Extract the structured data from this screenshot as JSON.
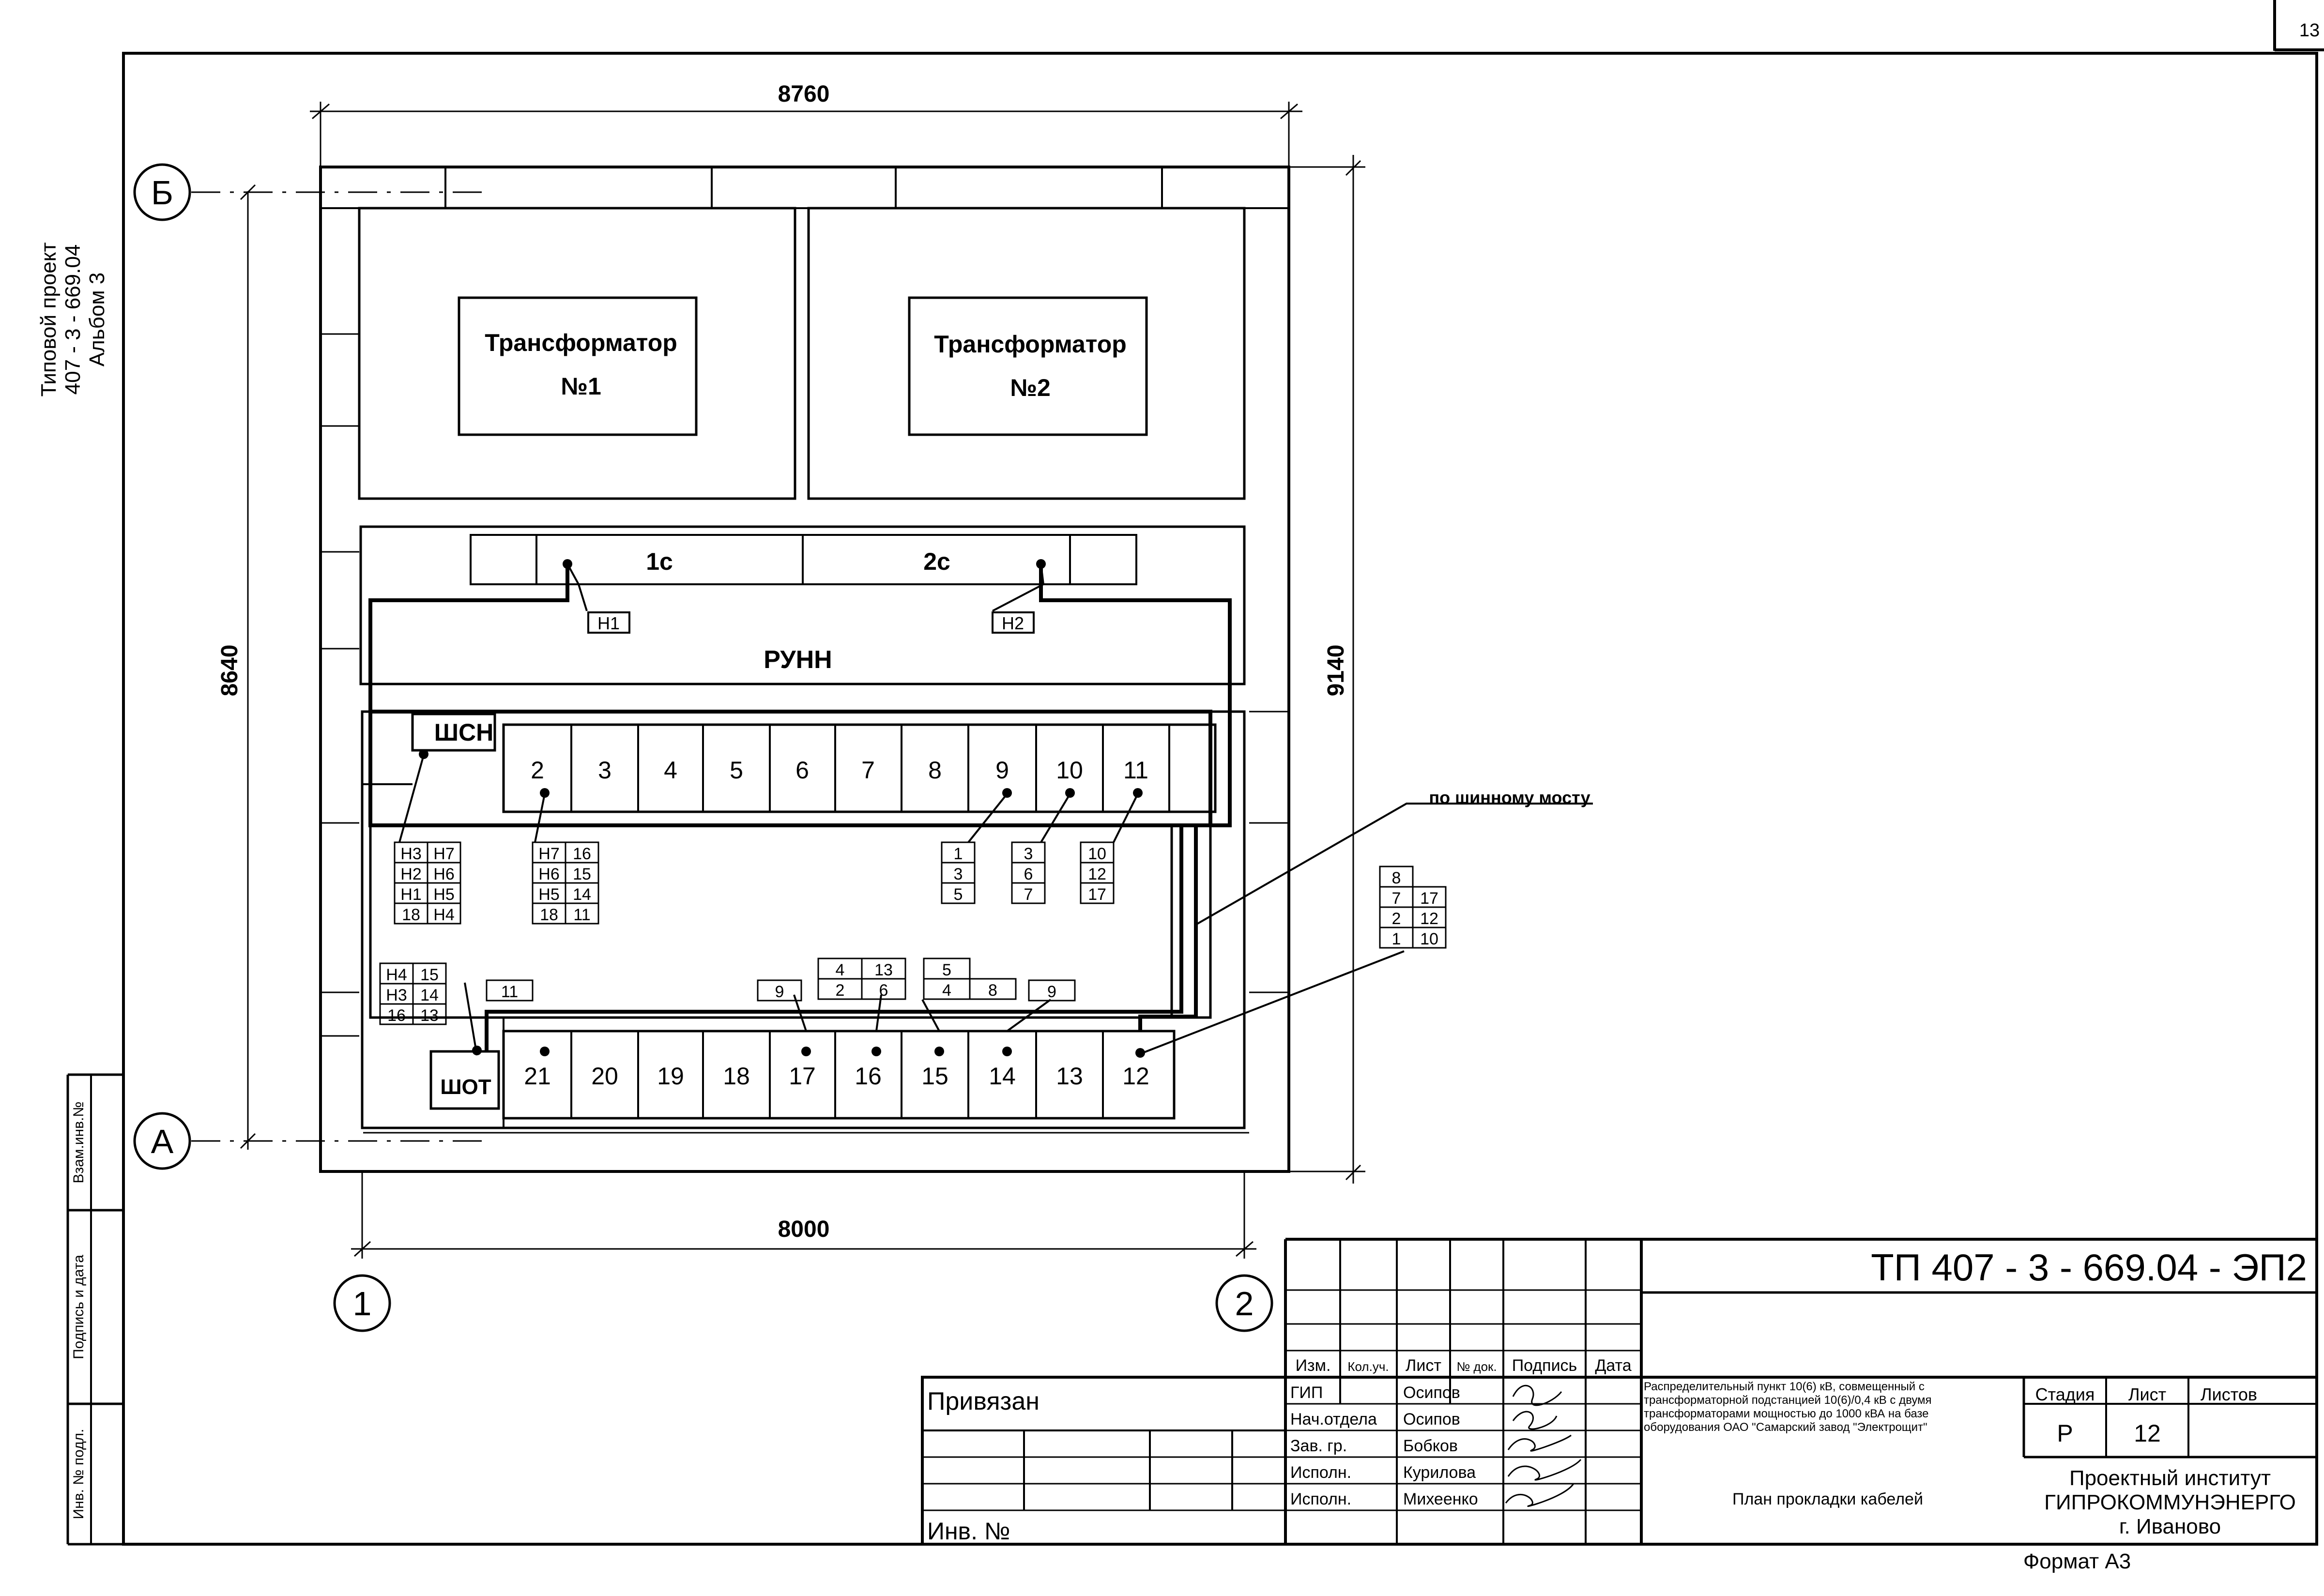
{
  "page_number": "13",
  "side_stamp": [
    "Типовой проект",
    "407 - 3 - 669.04",
    "Альбом 3"
  ],
  "left_columns": [
    "Взам.инв.№",
    "Подпись и дата",
    "Инв. № подл."
  ],
  "axes": {
    "b": "Б",
    "a": "А",
    "one": "1",
    "two": "2"
  },
  "dims": {
    "top": "8760",
    "bottom": "8000",
    "left": "8640",
    "right": "9140"
  },
  "transformers": [
    {
      "line1": "Трансформатор",
      "line2": "№1"
    },
    {
      "line1": "Трансформатор",
      "line2": "№2"
    }
  ],
  "sections": {
    "s1": "1с",
    "s2": "2с"
  },
  "runn": "РУНН",
  "shsn": "ШСН",
  "shot": "ШОТ",
  "tags": {
    "h1": "Н1",
    "h2": "Н2"
  },
  "note_bus": "по шинному мосту",
  "top_cells": [
    "2",
    "3",
    "4",
    "5",
    "6",
    "7",
    "8",
    "9",
    "10",
    "11"
  ],
  "bottom_cells": [
    "21",
    "20",
    "19",
    "18",
    "17",
    "16",
    "15",
    "14",
    "13",
    "12"
  ],
  "cable_tables": {
    "t_shsn": [
      [
        "Н3",
        "Н7"
      ],
      [
        "Н2",
        "Н6"
      ],
      [
        "Н1",
        "Н5"
      ],
      [
        "18",
        "Н4"
      ]
    ],
    "t_2": [
      [
        "Н7",
        "16"
      ],
      [
        "Н6",
        "15"
      ],
      [
        "Н5",
        "14"
      ],
      [
        "18",
        "11"
      ]
    ],
    "t_9": [
      "1",
      "3",
      "5"
    ],
    "t_10": [
      "3",
      "6",
      "7"
    ],
    "t_11": [
      "10",
      "12",
      "17"
    ],
    "t_right": [
      [
        "8",
        ""
      ],
      [
        "7",
        "17"
      ],
      [
        "2",
        "12"
      ],
      [
        "1",
        "10"
      ]
    ],
    "t_shot": [
      [
        "Н4",
        "15"
      ],
      [
        "Н3",
        "14"
      ],
      [
        "16",
        "13"
      ]
    ],
    "t_21": [
      "11"
    ],
    "t_17": [
      "9"
    ],
    "t_16": [
      [
        "4",
        "13"
      ],
      [
        "2",
        "6"
      ]
    ],
    "t_15": [
      [
        "5",
        ""
      ],
      [
        "4",
        "8"
      ]
    ],
    "t_14": [
      "9"
    ]
  },
  "title_block": {
    "doc_code": "ТП  407 - 3 - 669.04 - ЭП2",
    "rev_headers": [
      "Изм.",
      "Кол.уч.",
      "Лист",
      "№ док.",
      "Подпись",
      "Дата"
    ],
    "staff": [
      {
        "role": "ГИП",
        "name": "Осипов"
      },
      {
        "role": "Нач.отдела",
        "name": "Осипов"
      },
      {
        "role": "Зав. гр.",
        "name": "Бобков"
      },
      {
        "role": "Исполн.",
        "name": "Курилова"
      },
      {
        "role": "Исполн.",
        "name": "Михеенко"
      }
    ],
    "privyazan": "Привязан",
    "inv": "Инв. №",
    "description": [
      "Распределительный пункт 10(6) кВ, совмещенный с",
      "трансформаторной подстанцией 10(6)/0,4 кВ с двумя",
      "трансформаторами мощностью до 1000 кВА на базе",
      "оборудования ОАО \"Самарский завод \"Электрощит\""
    ],
    "sheet_title": "План прокладки кабелей",
    "stage_label": "Стадия",
    "sheet_label": "Лист",
    "sheets_label": "Листов",
    "stage": "Р",
    "sheet": "12",
    "sheets": "",
    "org": [
      "Проектный институт",
      "ГИПРОКОММУНЭНЕРГО",
      "г. Иваново"
    ],
    "format": "Формат А3"
  }
}
